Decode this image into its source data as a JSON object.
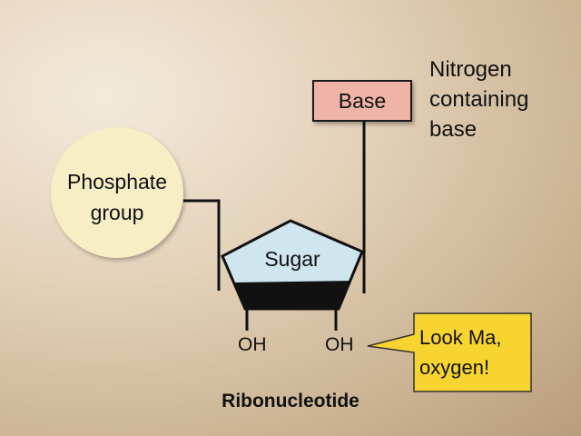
{
  "phosphate": {
    "line1": "Phosphate",
    "line2": "group"
  },
  "base": {
    "label": "Base",
    "description_lines": [
      "Nitrogen",
      "containing",
      "base"
    ]
  },
  "sugar": {
    "label": "Sugar"
  },
  "hydroxyls": [
    "OH",
    "OH"
  ],
  "callout": {
    "lines": [
      "Look Ma,",
      "oxygen!"
    ]
  },
  "title": "Ribonucleotide",
  "colors": {
    "phosphate_fill": "#f7eec6",
    "base_fill": "#efb4a6",
    "sugar_fill": "#cfe6ee",
    "callout_fill": "#f7d430",
    "bond": "#111111"
  }
}
